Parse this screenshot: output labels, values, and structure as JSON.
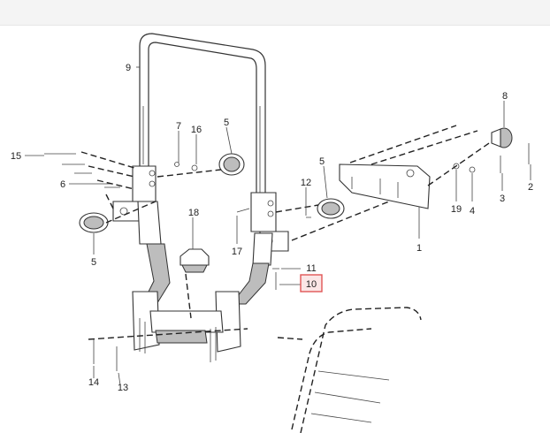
{
  "callouts": [
    {
      "id": "c1",
      "text": "1"
    },
    {
      "id": "c2",
      "text": "2"
    },
    {
      "id": "c3",
      "text": "3"
    },
    {
      "id": "c4",
      "text": "4"
    },
    {
      "id": "c5a",
      "text": "5"
    },
    {
      "id": "c5b",
      "text": "5"
    },
    {
      "id": "c5c",
      "text": "5"
    },
    {
      "id": "c6",
      "text": "6"
    },
    {
      "id": "c7",
      "text": "7"
    },
    {
      "id": "c8",
      "text": "8"
    },
    {
      "id": "c9",
      "text": "9"
    },
    {
      "id": "c10",
      "text": "10",
      "highlighted": true
    },
    {
      "id": "c11",
      "text": "11"
    },
    {
      "id": "c12",
      "text": "12"
    },
    {
      "id": "c13",
      "text": "13"
    },
    {
      "id": "c14",
      "text": "14"
    },
    {
      "id": "c15",
      "text": "15"
    },
    {
      "id": "c16",
      "text": "16"
    },
    {
      "id": "c17",
      "text": "17"
    },
    {
      "id": "c18",
      "text": "18"
    },
    {
      "id": "c19",
      "text": "19"
    }
  ],
  "colors": {
    "highlight_border": "#e05555",
    "highlight_fill": "#fbe6e6",
    "topbar": "#f4f4f4"
  }
}
